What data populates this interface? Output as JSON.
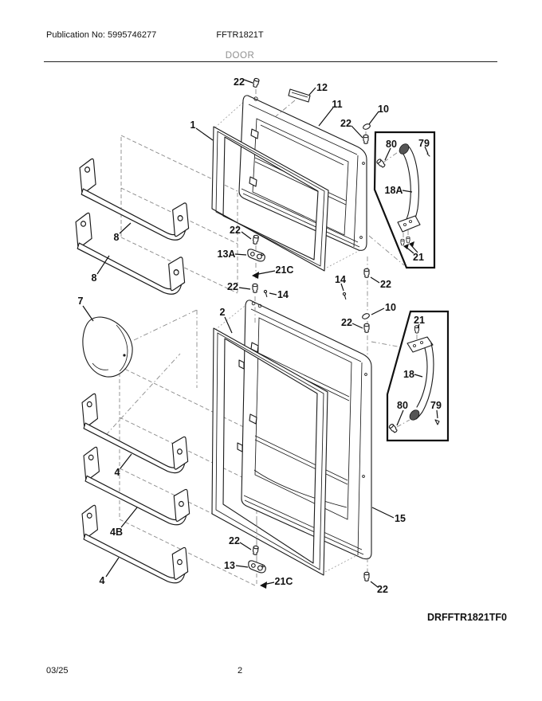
{
  "header": {
    "publication": "Publication No: 5995746277",
    "model": "FFTR1821T",
    "section_title": "DOOR"
  },
  "footer": {
    "date": "03/25",
    "page_number": "2"
  },
  "diagram": {
    "type": "exploded-parts-diagram",
    "code": "DRFFTR1821TF0",
    "callouts": [
      {
        "part": "top-screw",
        "label": "22"
      },
      {
        "part": "trim-strip",
        "label": "12"
      },
      {
        "part": "freezer-door",
        "label": "11"
      },
      {
        "part": "freezer-plug",
        "label": "10"
      },
      {
        "part": "freezer-right-screw",
        "label": "22"
      },
      {
        "part": "freezer-gasket",
        "label": "1"
      },
      {
        "part": "freezer-handle-front-screw",
        "label": "80"
      },
      {
        "part": "freezer-handle-trim",
        "label": "79"
      },
      {
        "part": "freezer-handle",
        "label": "18A"
      },
      {
        "part": "freezer-handle-screws",
        "label": "21"
      },
      {
        "part": "freezer-shelf-upper",
        "label": "8"
      },
      {
        "part": "freezer-shelf-lower",
        "label": "8"
      },
      {
        "part": "hinge-screw-upper",
        "label": "22"
      },
      {
        "part": "hinge-shim-top",
        "label": "13A"
      },
      {
        "part": "center-hinge-top",
        "label": "21C"
      },
      {
        "part": "hinge-screw-mid",
        "label": "22"
      },
      {
        "part": "hinge-pin-left",
        "label": "14"
      },
      {
        "part": "hinge-pin-right",
        "label": "14"
      },
      {
        "part": "door-screw-right-a",
        "label": "22"
      },
      {
        "part": "fresh-plug",
        "label": "10"
      },
      {
        "part": "door-screw-right-b",
        "label": "22"
      },
      {
        "part": "butter-dish",
        "label": "7"
      },
      {
        "part": "fresh-gasket",
        "label": "2"
      },
      {
        "part": "fresh-handle-top-screw",
        "label": "21"
      },
      {
        "part": "fresh-handle",
        "label": "18"
      },
      {
        "part": "fresh-handle-front-screw",
        "label": "80"
      },
      {
        "part": "fresh-handle-trim",
        "label": "79"
      },
      {
        "part": "fresh-shelf-upper",
        "label": "4"
      },
      {
        "part": "fresh-shelf-mid",
        "label": "4B"
      },
      {
        "part": "fresh-shelf-lower",
        "label": "4"
      },
      {
        "part": "bottom-screw-left",
        "label": "22"
      },
      {
        "part": "hinge-shim-bottom",
        "label": "13"
      },
      {
        "part": "center-hinge-bottom",
        "label": "21C"
      },
      {
        "part": "bottom-screw-right",
        "label": "22"
      },
      {
        "part": "fresh-door",
        "label": "15"
      }
    ]
  },
  "colors": {
    "line": "#1a1a1a",
    "phantom": "#8a8a8a",
    "section_title": "#8f8f8f",
    "text": "#111111",
    "background": "#ffffff"
  }
}
